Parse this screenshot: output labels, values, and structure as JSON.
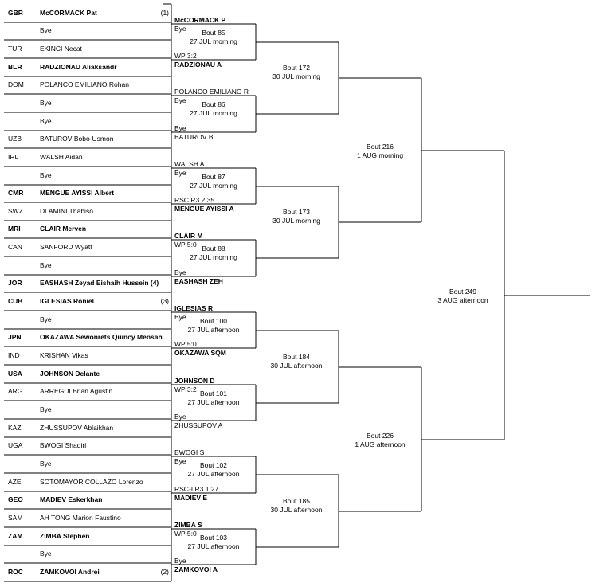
{
  "entrants": [
    {
      "country": "GBR",
      "name": "McCORMACK Pat",
      "seed": "(1)",
      "bold": true
    },
    {
      "country": "",
      "name": "Bye",
      "seed": "",
      "bold": false
    },
    {
      "country": "TUR",
      "name": "EKINCI Necat",
      "seed": "",
      "bold": false
    },
    {
      "country": "BLR",
      "name": "RADZIONAU Aliaksandr",
      "seed": "",
      "bold": true
    },
    {
      "country": "DOM",
      "name": "POLANCO EMILIANO Rohan",
      "seed": "",
      "bold": false
    },
    {
      "country": "",
      "name": "Bye",
      "seed": "",
      "bold": false
    },
    {
      "country": "",
      "name": "Bye",
      "seed": "",
      "bold": false
    },
    {
      "country": "UZB",
      "name": "BATUROV Bobo-Usmon",
      "seed": "",
      "bold": false
    },
    {
      "country": "IRL",
      "name": "WALSH Aidan",
      "seed": "",
      "bold": false
    },
    {
      "country": "",
      "name": "Bye",
      "seed": "",
      "bold": false
    },
    {
      "country": "CMR",
      "name": "MENGUE AYISSI Albert",
      "seed": "",
      "bold": true
    },
    {
      "country": "SWZ",
      "name": "DLAMINI Thabiso",
      "seed": "",
      "bold": false
    },
    {
      "country": "MRI",
      "name": "CLAIR Merven",
      "seed": "",
      "bold": true
    },
    {
      "country": "CAN",
      "name": "SANFORD Wyatt",
      "seed": "",
      "bold": false
    },
    {
      "country": "",
      "name": "Bye",
      "seed": "",
      "bold": false
    },
    {
      "country": "JOR",
      "name": "EASHASH Zeyad Eishaih Hussein (4)",
      "seed": "",
      "bold": true
    },
    {
      "country": "CUB",
      "name": "IGLESIAS Roniel",
      "seed": "(3)",
      "bold": true
    },
    {
      "country": "",
      "name": "Bye",
      "seed": "",
      "bold": false
    },
    {
      "country": "JPN",
      "name": "OKAZAWA Sewonrets Quincy Mensah",
      "seed": "",
      "bold": true
    },
    {
      "country": "IND",
      "name": "KRISHAN Vikas",
      "seed": "",
      "bold": false
    },
    {
      "country": "USA",
      "name": "JOHNSON Delante",
      "seed": "",
      "bold": true
    },
    {
      "country": "ARG",
      "name": "ARREGUI Brian Agustin",
      "seed": "",
      "bold": false
    },
    {
      "country": "",
      "name": "Bye",
      "seed": "",
      "bold": false
    },
    {
      "country": "KAZ",
      "name": "ZHUSSUPOV Ablaikhan",
      "seed": "",
      "bold": false
    },
    {
      "country": "UGA",
      "name": "BWOGI Shadiri",
      "seed": "",
      "bold": false
    },
    {
      "country": "",
      "name": "Bye",
      "seed": "",
      "bold": false
    },
    {
      "country": "AZE",
      "name": "SOTOMAYOR COLLAZO Lorenzo",
      "seed": "",
      "bold": false
    },
    {
      "country": "GEO",
      "name": "MADIEV Eskerkhan",
      "seed": "",
      "bold": true
    },
    {
      "country": "SAM",
      "name": "AH TONG Marion Faustino",
      "seed": "",
      "bold": false
    },
    {
      "country": "ZAM",
      "name": "ZIMBA Stephen",
      "seed": "",
      "bold": true
    },
    {
      "country": "",
      "name": "Bye",
      "seed": "",
      "bold": false
    },
    {
      "country": "ROC",
      "name": "ZAMKOVOI Andrei",
      "seed": "(2)",
      "bold": true
    }
  ],
  "round1": [
    {
      "top": "McCORMACK P",
      "top_bold": true,
      "top_result": "Bye",
      "bout": "Bout  85",
      "time": "27 JUL morning",
      "bottom_result": "WP 3:2",
      "bottom": "RADZIONAU A",
      "bottom_bold": true
    },
    {
      "top": "POLANCO EMILIANO R",
      "top_bold": false,
      "top_result": "Bye",
      "bout": "Bout  86",
      "time": "27 JUL morning",
      "bottom_result": "Bye",
      "bottom": "BATUROV B",
      "bottom_bold": false
    },
    {
      "top": "WALSH A",
      "top_bold": false,
      "top_result": "Bye",
      "bout": "Bout  87",
      "time": "27 JUL morning",
      "bottom_result": "RSC R3 2:35",
      "bottom": "MENGUE AYISSI A",
      "bottom_bold": true
    },
    {
      "top": "CLAIR M",
      "top_bold": true,
      "top_result": "WP 5:0",
      "bout": "Bout  88",
      "time": "27 JUL morning",
      "bottom_result": "Bye",
      "bottom": "EASHASH ZEH",
      "bottom_bold": true
    },
    {
      "top": "IGLESIAS R",
      "top_bold": true,
      "top_result": "Bye",
      "bout": "Bout  100",
      "time": "27 JUL afternoon",
      "bottom_result": "WP 5:0",
      "bottom": "OKAZAWA SQM",
      "bottom_bold": true
    },
    {
      "top": "JOHNSON D",
      "top_bold": true,
      "top_result": "WP 3:2",
      "bout": "Bout  101",
      "time": "27 JUL afternoon",
      "bottom_result": "Bye",
      "bottom": "ZHUSSUPOV A",
      "bottom_bold": false
    },
    {
      "top": "BWOGI S",
      "top_bold": false,
      "top_result": "Bye",
      "bout": "Bout  102",
      "time": "27 JUL afternoon",
      "bottom_result": "RSC-I R3 1:27",
      "bottom": "MADIEV E",
      "bottom_bold": true
    },
    {
      "top": "ZIMBA S",
      "top_bold": true,
      "top_result": "WP 5:0",
      "bout": "Bout  103",
      "time": "27 JUL afternoon",
      "bottom_result": "Bye",
      "bottom": "ZAMKOVOI A",
      "bottom_bold": true
    }
  ],
  "round2": [
    {
      "bout": "Bout  172",
      "time": "30 JUL morning"
    },
    {
      "bout": "Bout  173",
      "time": "30 JUL morning"
    },
    {
      "bout": "Bout  184",
      "time": "30 JUL afternoon"
    },
    {
      "bout": "Bout  185",
      "time": "30 JUL afternoon"
    }
  ],
  "round3": [
    {
      "bout": "Bout  216",
      "time": "1 AUG morning"
    },
    {
      "bout": "Bout  226",
      "time": "1 AUG afternoon"
    }
  ],
  "round4": [
    {
      "bout": "Bout  249",
      "time": "3 AUG afternoon"
    }
  ]
}
